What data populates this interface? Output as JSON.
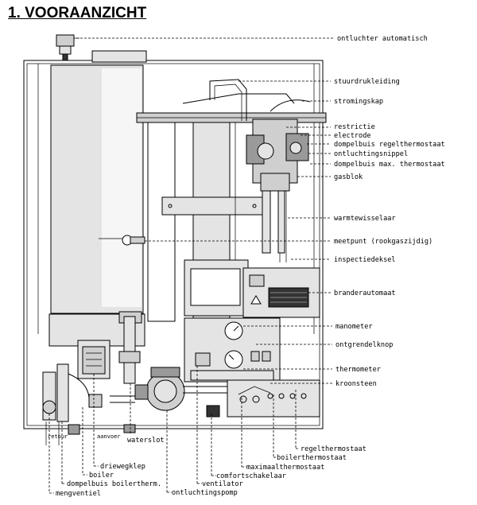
{
  "title": "1. VOORAANZICHT",
  "labels": {
    "ontluchter_automatisch": "ontluchter automatisch",
    "stuurdrukleiding": "stuurdrukleiding",
    "stromingskap": "stromingskap",
    "restrictie": "restrictie",
    "electrode": "electrode",
    "dompelbuis_regelthermostaat": "dompelbuis regelthermostaat",
    "ontluchtingsnippel": "ontluchtingsnippel",
    "dompelbuis_max_thermostaat": "dompelbuis max. thermostaat",
    "gasblok": "gasblok",
    "warmtewisselaar": "warmtewisselaar",
    "meetpunt": "meetpunt (rookgaszijdig)",
    "inspectiedeksel": "inspectiedeksel",
    "branderautomaat": "branderautomaat",
    "manometer": "manometer",
    "ontgrendelknop": "ontgrendelknop",
    "thermometer": "thermometer",
    "kroonsteen": "kroonsteen",
    "retour": "retour",
    "aanvoer": "aanvoer",
    "waterslot": "waterslot",
    "regelthermostaat": "regelthermostaat",
    "boilerthermostaat": "boilerthermostaat",
    "maximaalthermostaat": "maximaalthermostaat",
    "comfortschakelaar": "comfortschakelaar",
    "ventilator": "ventilator",
    "ontluchtingspomp": "ontluchtingspomp",
    "driewegklep": "driewegklep",
    "boiler": "boiler",
    "dompelbuis_boilertherm": "dompelbuis boilertherm.",
    "mengventiel": "mengventiel"
  }
}
